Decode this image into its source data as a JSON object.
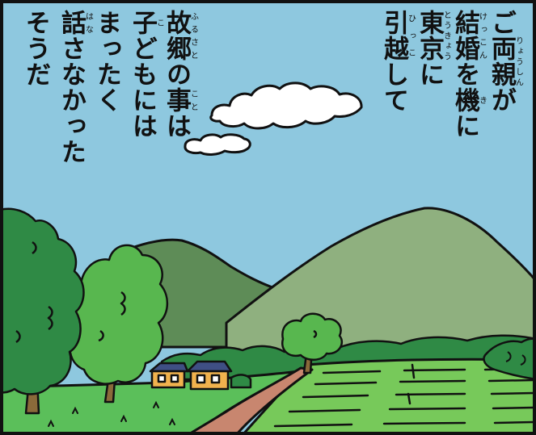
{
  "colors": {
    "sky": "#8ec8df",
    "cloud": "#ffffff",
    "outline": "#111111",
    "mountain_back": "#5e8c57",
    "mountain_front": "#8fb07f",
    "trees_dark": "#2f8a45",
    "trees_light": "#58b74f",
    "field": "#77c95a",
    "field_far": "#5bbf5a",
    "path": "#c8866f",
    "house_wall": "#f1b24e",
    "house_roof": "#3f4f84"
  },
  "narration": [
    {
      "id": "col1",
      "parts": [
        {
          "t": "ご"
        },
        {
          "t": "両親",
          "r": "りょうしん"
        },
        {
          "t": "が"
        }
      ]
    },
    {
      "id": "col2",
      "parts": [
        {
          "t": "結婚",
          "r": "けっこん"
        },
        {
          "t": "を"
        },
        {
          "t": "機",
          "r": "き"
        },
        {
          "t": "に"
        }
      ]
    },
    {
      "id": "col3",
      "parts": [
        {
          "t": "東京",
          "r": "とうきょう"
        },
        {
          "t": "に"
        }
      ]
    },
    {
      "id": "col4",
      "parts": [
        {
          "t": "引越",
          "r": "ひっこ"
        },
        {
          "t": "して"
        }
      ]
    },
    {
      "id": "col5",
      "parts": [
        {
          "t": "故郷",
          "r": "ふるさと"
        },
        {
          "t": "の"
        },
        {
          "t": "事",
          "r": "こと"
        },
        {
          "t": "は"
        }
      ]
    },
    {
      "id": "col6",
      "parts": [
        {
          "t": "子",
          "r": "こ"
        },
        {
          "t": "どもには"
        }
      ]
    },
    {
      "id": "col7",
      "parts": [
        {
          "t": "まったく"
        }
      ]
    },
    {
      "id": "col8",
      "parts": [
        {
          "t": "話",
          "r": "はな"
        },
        {
          "t": "さなかった"
        }
      ]
    },
    {
      "id": "col9",
      "parts": [
        {
          "t": "そうだ"
        }
      ]
    }
  ]
}
